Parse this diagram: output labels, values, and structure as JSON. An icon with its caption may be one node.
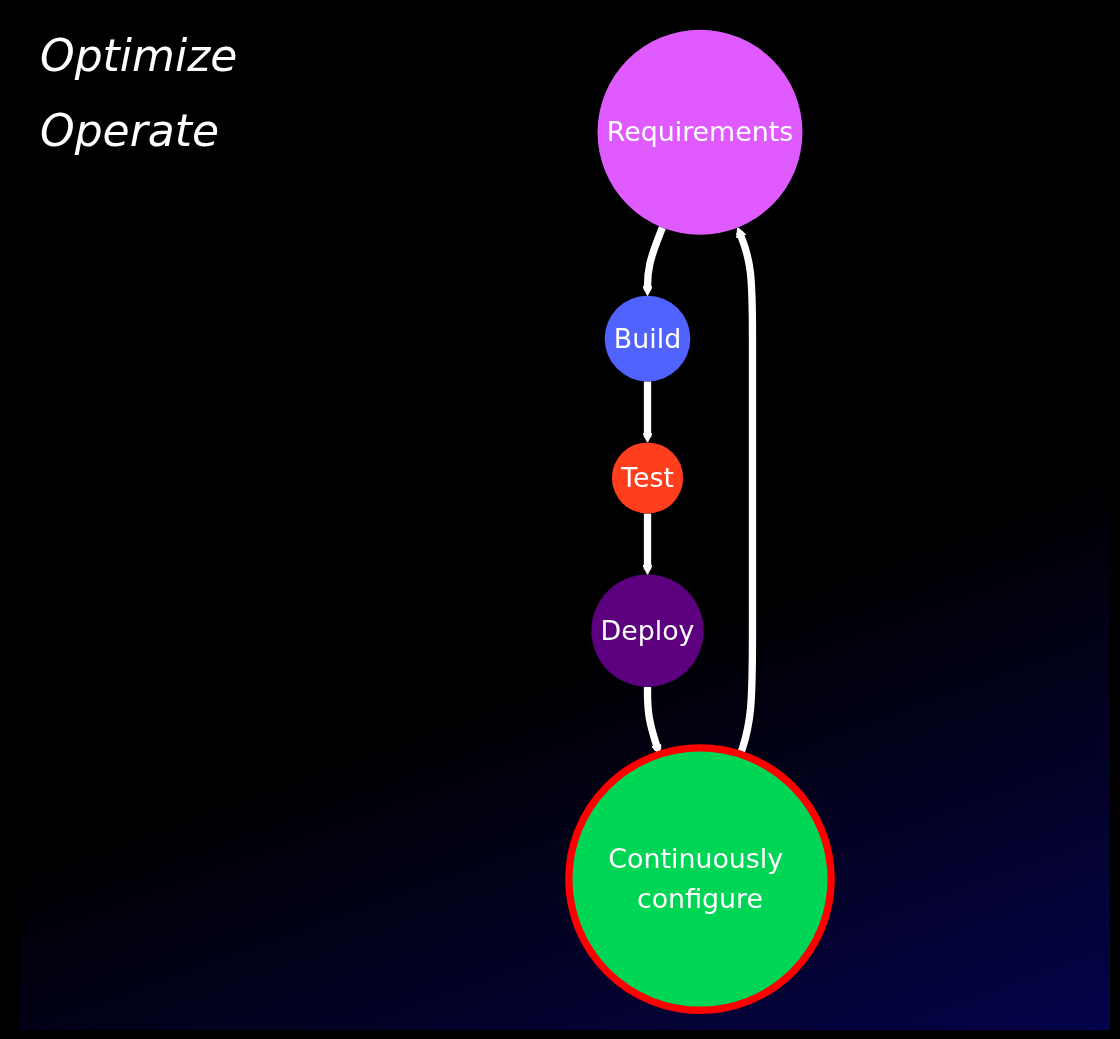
{
  "diagram": {
    "nodes": [
      {
        "text": [
          "Requirements"
        ]
      },
      {
        "text": [
          "Build"
        ]
      },
      {
        "text": [
          "Test"
        ]
      },
      {
        "text": [
          "Deploy"
        ]
      },
      {
        "text": [
          "Continuously configure"
        ]
      }
    ],
    "edges": [
      {
        "from": 0,
        "to": 1,
        "arrow": "to"
      },
      {
        "from": 1,
        "to": 2,
        "arrow": "to"
      },
      {
        "from": 2,
        "to": 3,
        "arrow": "to"
      },
      {
        "from": 3,
        "to": 4,
        "arrow": "to"
      },
      {
        "from": 4,
        "to": 0,
        "arrow": "to"
      }
    ],
    "labels": [
      "Optimize",
      "Operate"
    ]
  }
}
